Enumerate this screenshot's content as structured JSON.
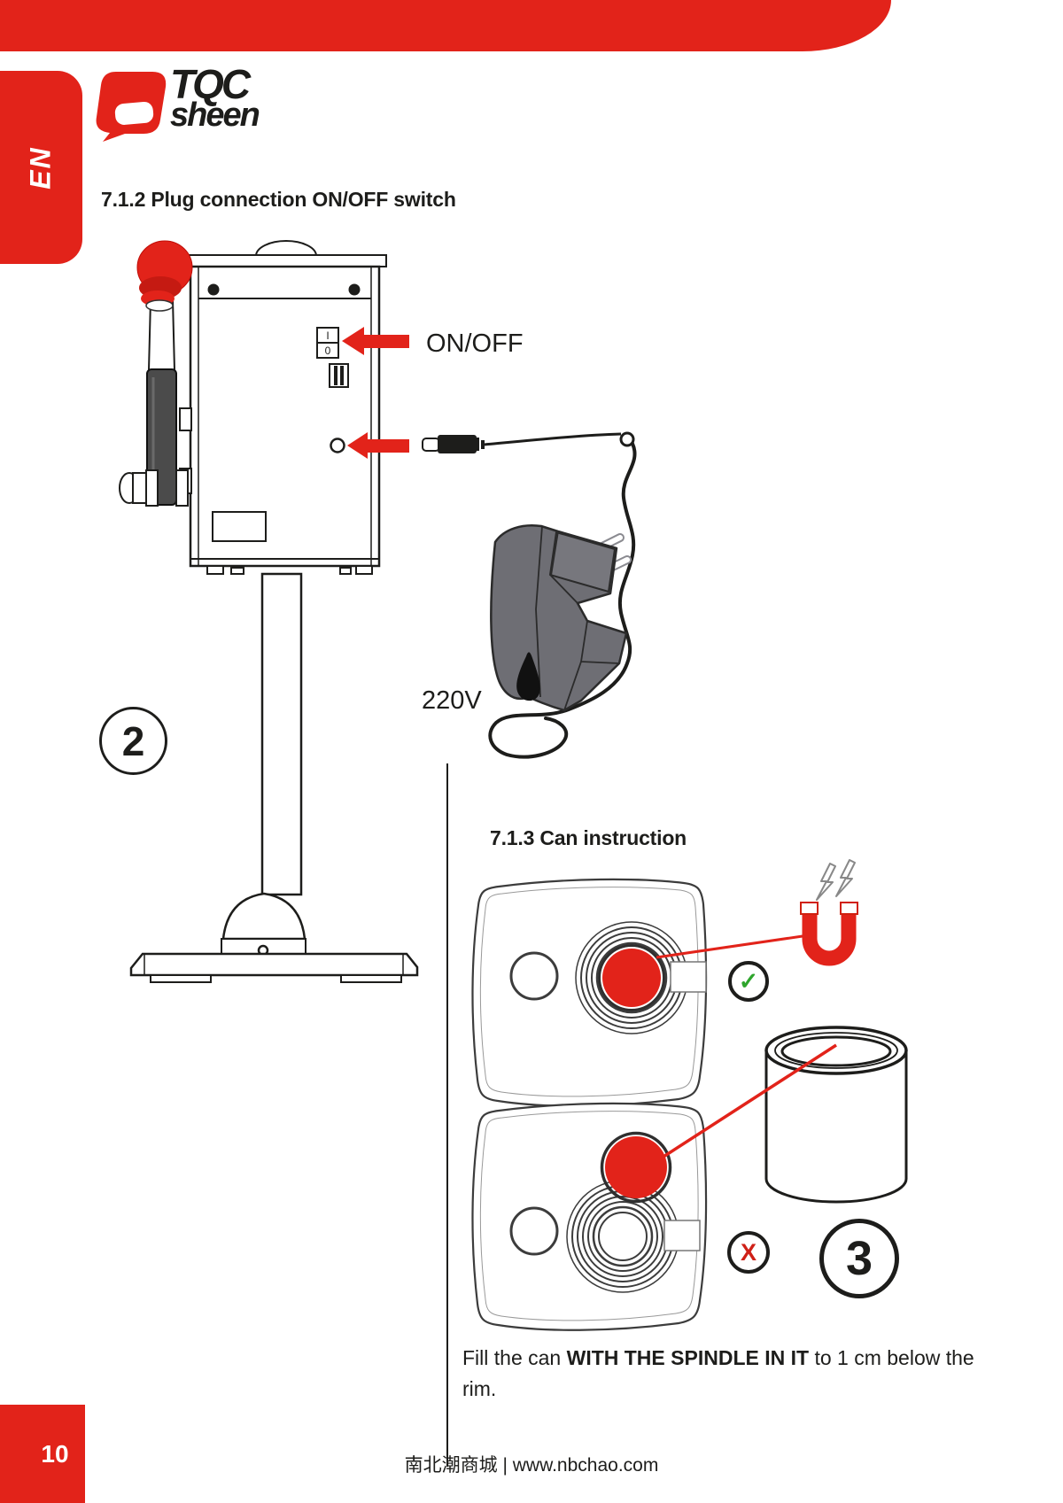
{
  "colors": {
    "accent_red": "#e2231a",
    "ink": "#1d1d1b",
    "check_green": "#2ea52c",
    "adapter_gray": "#6e6e74"
  },
  "language_tab": "EN",
  "logo": {
    "top": "TQC",
    "bottom": "sheen"
  },
  "section_712": {
    "title": "7.1.2 Plug connection ON/OFF switch"
  },
  "machine": {
    "switch_top": "I",
    "switch_bottom": "0",
    "onoff_label": "ON/OFF",
    "voltage_label": "220V",
    "step_badge": "2"
  },
  "section_713": {
    "title": "7.1.3 Can instruction",
    "check_mark": "✓",
    "cross_mark": "X",
    "step_badge": "3",
    "instruction": {
      "pre": "Fill the can ",
      "bold": "WITH THE SPINDLE IN IT",
      "post": " to 1 cm below the",
      "post2": "rim."
    }
  },
  "footer": {
    "page_number": "10",
    "site_text": "南北潮商城 | www.nbchao.com"
  }
}
